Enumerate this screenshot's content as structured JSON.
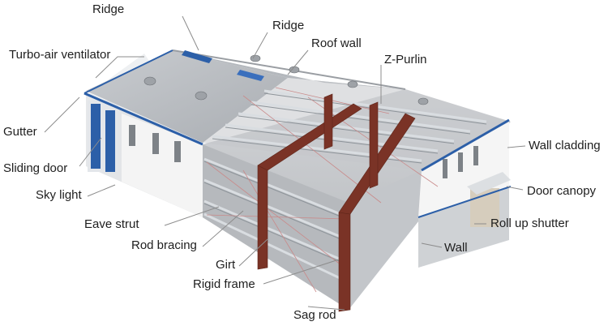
{
  "labels": {
    "ridge_left": "Ridge",
    "ridge_right": "Ridge",
    "turbo_air_ventilator": "Turbo-air ventilator",
    "roof_wall": "Roof wall",
    "z_purlin": "Z-Purlin",
    "gutter": "Gutter",
    "sliding_door": "Sliding door",
    "sky_light": "Sky light",
    "eave_strut": "Eave strut",
    "rod_bracing": "Rod bracing",
    "girt": "Girt",
    "rigid_frame": "Rigid frame",
    "sag_rod": "Sag rod",
    "wall_cladding": "Wall cladding",
    "door_canopy": "Door canopy",
    "roll_up_shutter": "Roll up shutter",
    "wall": "Wall"
  },
  "colors": {
    "roof": "#b9bcc0",
    "wall_cladding": "#f2f2f2",
    "trim": "#2c5fa8",
    "frame": "#7a3326",
    "leader": "#8c8c8c"
  }
}
